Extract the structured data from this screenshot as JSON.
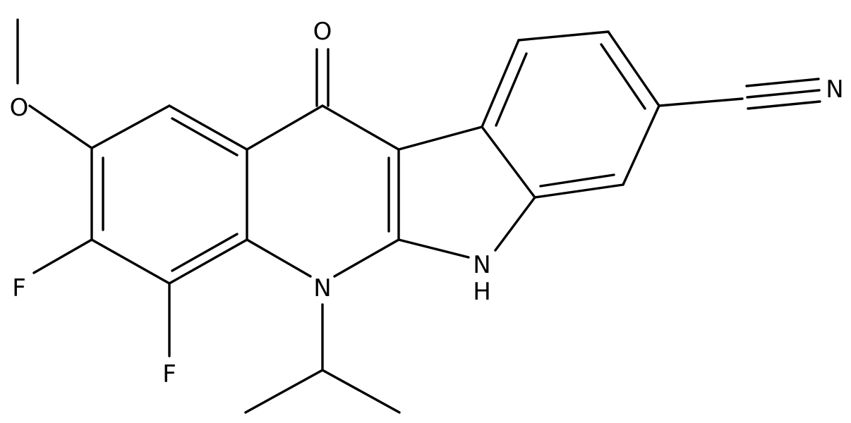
{
  "molecule": {
    "atom_labels": {
      "oxygen_carbonyl": "O",
      "oxygen_methoxy": "O",
      "fluorine_1": "F",
      "fluorine_2": "F",
      "nitrogen_ring": "N",
      "nitrogen_indole": "N",
      "hydrogen_indole": "H",
      "nitrogen_nitrile": "N"
    }
  },
  "colors": {
    "bond": "#000000",
    "label": "#000000",
    "background": "#ffffff"
  }
}
